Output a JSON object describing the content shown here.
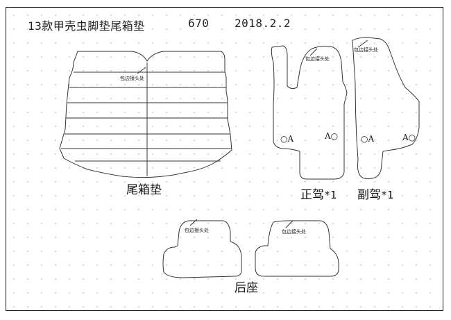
{
  "header": {
    "title": "13款甲壳虫脚垫尾箱垫",
    "code": "670",
    "date": "2018.2.2"
  },
  "pieces": {
    "trunk": {
      "label": "尾箱垫",
      "note": "包边接头处"
    },
    "driver": {
      "label": "正驾",
      "qty": "*1",
      "note": "包边接头处",
      "mark_left": "A",
      "mark_right": "A"
    },
    "passenger": {
      "label": "副驾",
      "qty": "*1",
      "note": "包边接头处",
      "mark_left": "A",
      "mark_right": "A"
    },
    "rear": {
      "label": "后座",
      "note_left": "包边接头处",
      "note_right": "包边接头处"
    }
  }
}
